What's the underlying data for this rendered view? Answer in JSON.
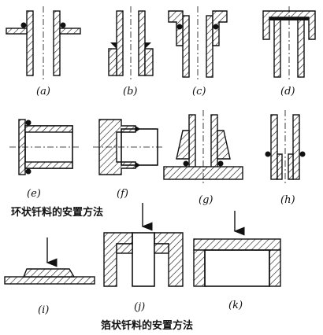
{
  "figures": [
    {
      "id": "a",
      "label": "(a)"
    },
    {
      "id": "b",
      "label": "(b)"
    },
    {
      "id": "c",
      "label": "(c)"
    },
    {
      "id": "d",
      "label": "(d)"
    },
    {
      "id": "e",
      "label": "(e)"
    },
    {
      "id": "f",
      "label": "(f)"
    },
    {
      "id": "g",
      "label": "(g)"
    },
    {
      "id": "h",
      "label": "(h)"
    },
    {
      "id": "i",
      "label": "(i)"
    },
    {
      "id": "j",
      "label": "(j)"
    },
    {
      "id": "k",
      "label": "(k)"
    }
  ],
  "captions": {
    "ring_solder": "环状钎料的安置方法",
    "foil_solder": "箔状钎料的安置方法"
  }
}
